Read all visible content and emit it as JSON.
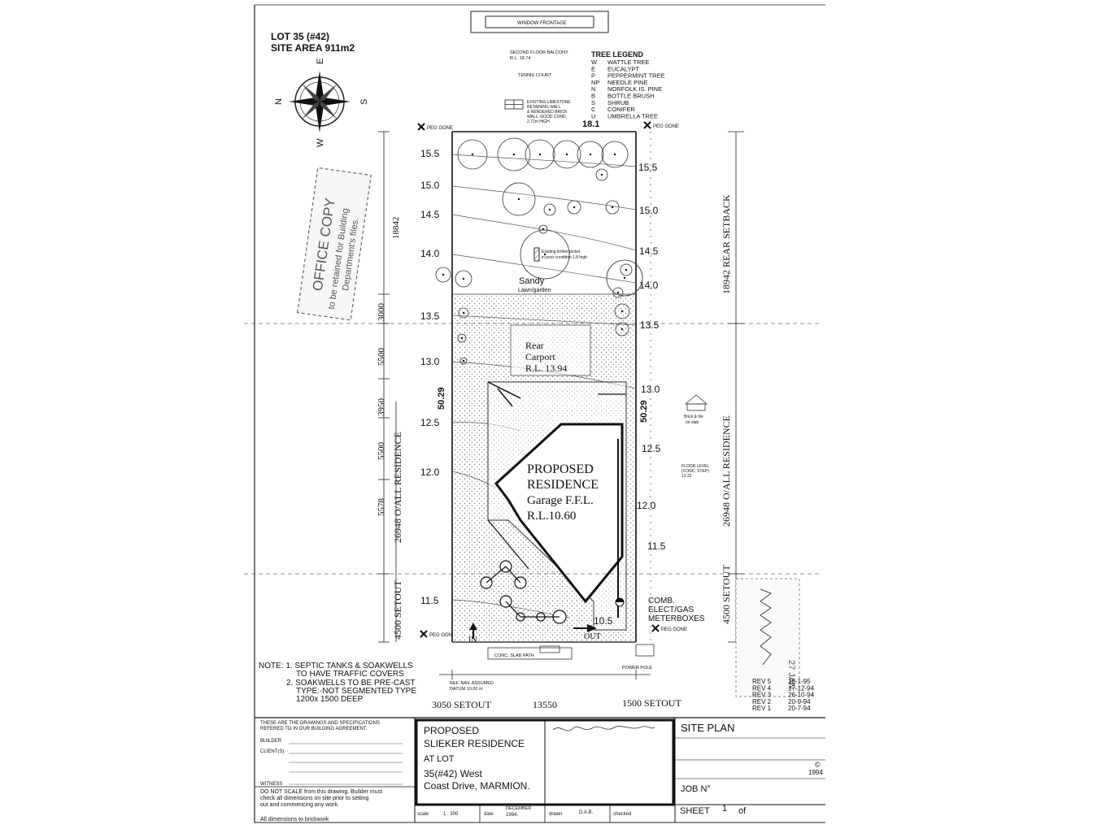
{
  "header": {
    "lot": "LOT 35 (#42)",
    "site_area": "SITE AREA 911m2"
  },
  "compass": {
    "n": "N",
    "e": "E",
    "s": "S",
    "w": "W"
  },
  "stamp": {
    "line1": "OFFICE COPY",
    "line2": "to be retained for Building",
    "line3": "Department's files."
  },
  "top_notes": {
    "window_frontage": "WINDOW FRONTAGE",
    "balcony_1": "SECOND FLOOR BALCONY",
    "balcony_2": "R.L. 18.74",
    "tennis_court": "TENNIS COURT",
    "wall_1": "EXISTING LIMESTONE",
    "wall_2": "RETAINING WALL",
    "wall_3": "& RENDERED BRICK",
    "wall_4": "WALL. GOOD COND.",
    "wall_5": "2.72m HIGH"
  },
  "tree_legend": {
    "title": "TREE LEGEND",
    "items": [
      {
        "code": "W",
        "name": "WATTLE TREE"
      },
      {
        "code": "E",
        "name": "EUCALYPT"
      },
      {
        "code": "P",
        "name": "PEPPERMINT TREE"
      },
      {
        "code": "NP",
        "name": "NEEDLE PINE"
      },
      {
        "code": "N",
        "name": "NORFOLK IS. PINE"
      },
      {
        "code": "B",
        "name": "BOTTLE BRUSH"
      },
      {
        "code": "S",
        "name": "SHRUB"
      },
      {
        "code": "C",
        "name": "CONIFER"
      },
      {
        "code": "U",
        "name": "UMBRELLA TREE"
      }
    ]
  },
  "site": {
    "top_width": "18.1",
    "side_length": "50.29",
    "peg_gone": "PEG GONE",
    "sandy_1": "Sandy",
    "sandy_2": "Lawn/garden",
    "fence_note_1": "Existing timber picket",
    "fence_note_2": "in poor condition 1.8 high",
    "carport_1": "Rear",
    "carport_2": "Carport",
    "carport_3": "R.L. 13.94",
    "residence_1": "PROPOSED",
    "residence_2": "RESIDENCE",
    "residence_3": "Garage F.F.L.",
    "residence_4": "R.L.10.60",
    "meter_1": "COMB.",
    "meter_2": "ELECT/GAS",
    "meter_3": "METERBOXES",
    "floor_level_1": "FLOOR LEVEL",
    "floor_level_2": "(CONC. STEP)",
    "floor_level_3": "13.22",
    "slab_1": "Brick & tile",
    "slab_2": "on slab",
    "in_label": "IN",
    "out_label": "OUT",
    "power_pole": "POWER POLE",
    "ref_nail_1": "REF. NAIL ASSUMED",
    "ref_nail_2": "DATUM 10.00 m",
    "slab_path": "CONC. SLAB PATH",
    "setout_left": "3050 SETOUT",
    "frontage": "13550",
    "setout_right": "1500 SETOUT",
    "contours_left": [
      "15.5",
      "15.0",
      "14.5",
      "14.0",
      "13.5",
      "13.0",
      "12.5",
      "12.0",
      "11.5"
    ],
    "contours_right": [
      "15.5",
      "15.0",
      "14.5",
      "14.0",
      "13.5",
      "13.0",
      "12.5",
      "12.0",
      "11.5",
      "10.5"
    ]
  },
  "dimensions": {
    "left": [
      "18842",
      "3000",
      "5500",
      "3950",
      "5500",
      "5578"
    ],
    "left_overall": "26948 O/ALL RESIDENCE",
    "left_setout": "4500 SETOUT",
    "right_rear": "18942 REAR SETBACK",
    "right_overall": "26948 O/ALL RESIDENCE",
    "right_setout": "4500 SETOUT"
  },
  "notes": {
    "n1a": "NOTE: 1. SEPTIC TANKS & SOAKWELLS",
    "n1b": "TO HAVE  TRAFFIC COVERS",
    "n2a": "2. SOAKWELLS TO BE PRE-CAST",
    "n2b": "TYPE:-NOT SEGMENTED TYPE",
    "n2c": "1200x 1500 DEEP"
  },
  "revisions": [
    {
      "rev": "REV 5",
      "date": "18-1-95"
    },
    {
      "rev": "REV 4",
      "date": "17-12-94"
    },
    {
      "rev": "REV 3",
      "date": "26-10-94"
    },
    {
      "rev": "REV 2",
      "date": "20-9-94"
    },
    {
      "rev": "REV 1",
      "date": "20-7-94"
    }
  ],
  "approval_stamp": {
    "date": "27 JAN"
  },
  "title_block": {
    "agreement_1": "THESE ARE THE DRAWINGS AND  SPECIFICATIONS",
    "agreement_2": "REFERED TO IN OUR BUILDING AGREEMENT.",
    "builder": "BUILDER",
    "client": "CLIENT(S)",
    "witness": "WITNESS",
    "warn_1": "DO NOT SCALE from this drawing. Builder must",
    "warn_2": "check all dimensions on site prior to setting",
    "warn_3": "out and commencing any work.",
    "warn_4": "All dimensions to brickwork",
    "project_1": "PROPOSED",
    "project_2": "SLIEKER RESIDENCE",
    "project_3": "AT LOT",
    "project_4": "35(#42) West",
    "project_5": "Coast Drive, MARMION.",
    "scale_label": "scale",
    "scale_value": "1 : 200",
    "date_label": "date",
    "date_value_1": "DECEMBER",
    "date_value_2": "1994.",
    "drawn_label": "drawn",
    "drawn_value": "D.A.B.",
    "checked_label": "checked",
    "sheet_title": "SITE PLAN",
    "copyright": "©",
    "year": "1994",
    "job_no": "JOB N°",
    "sheet_label": "SHEET",
    "sheet_no": "1",
    "of_label": "of"
  }
}
